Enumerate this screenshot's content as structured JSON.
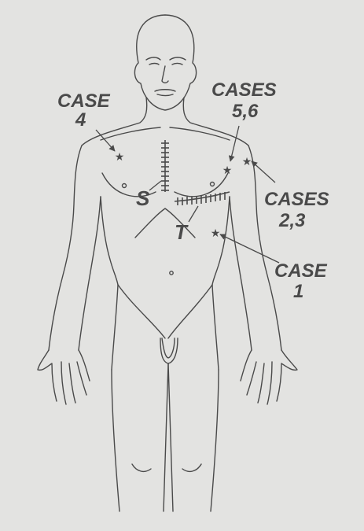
{
  "labels": {
    "case4_line1": "CASE",
    "case4_line2": "4",
    "cases56_line1": "CASES",
    "cases56_line2": "5,6",
    "cases23_line1": "CASES",
    "cases23_line2": "2,3",
    "case1_line1": "CASE",
    "case1_line2": "1",
    "incision_s": "S",
    "incision_t": "T"
  },
  "colors": {
    "background": "#e3e3e1",
    "line": "#4a4a4a",
    "text": "#4a4a4a"
  }
}
